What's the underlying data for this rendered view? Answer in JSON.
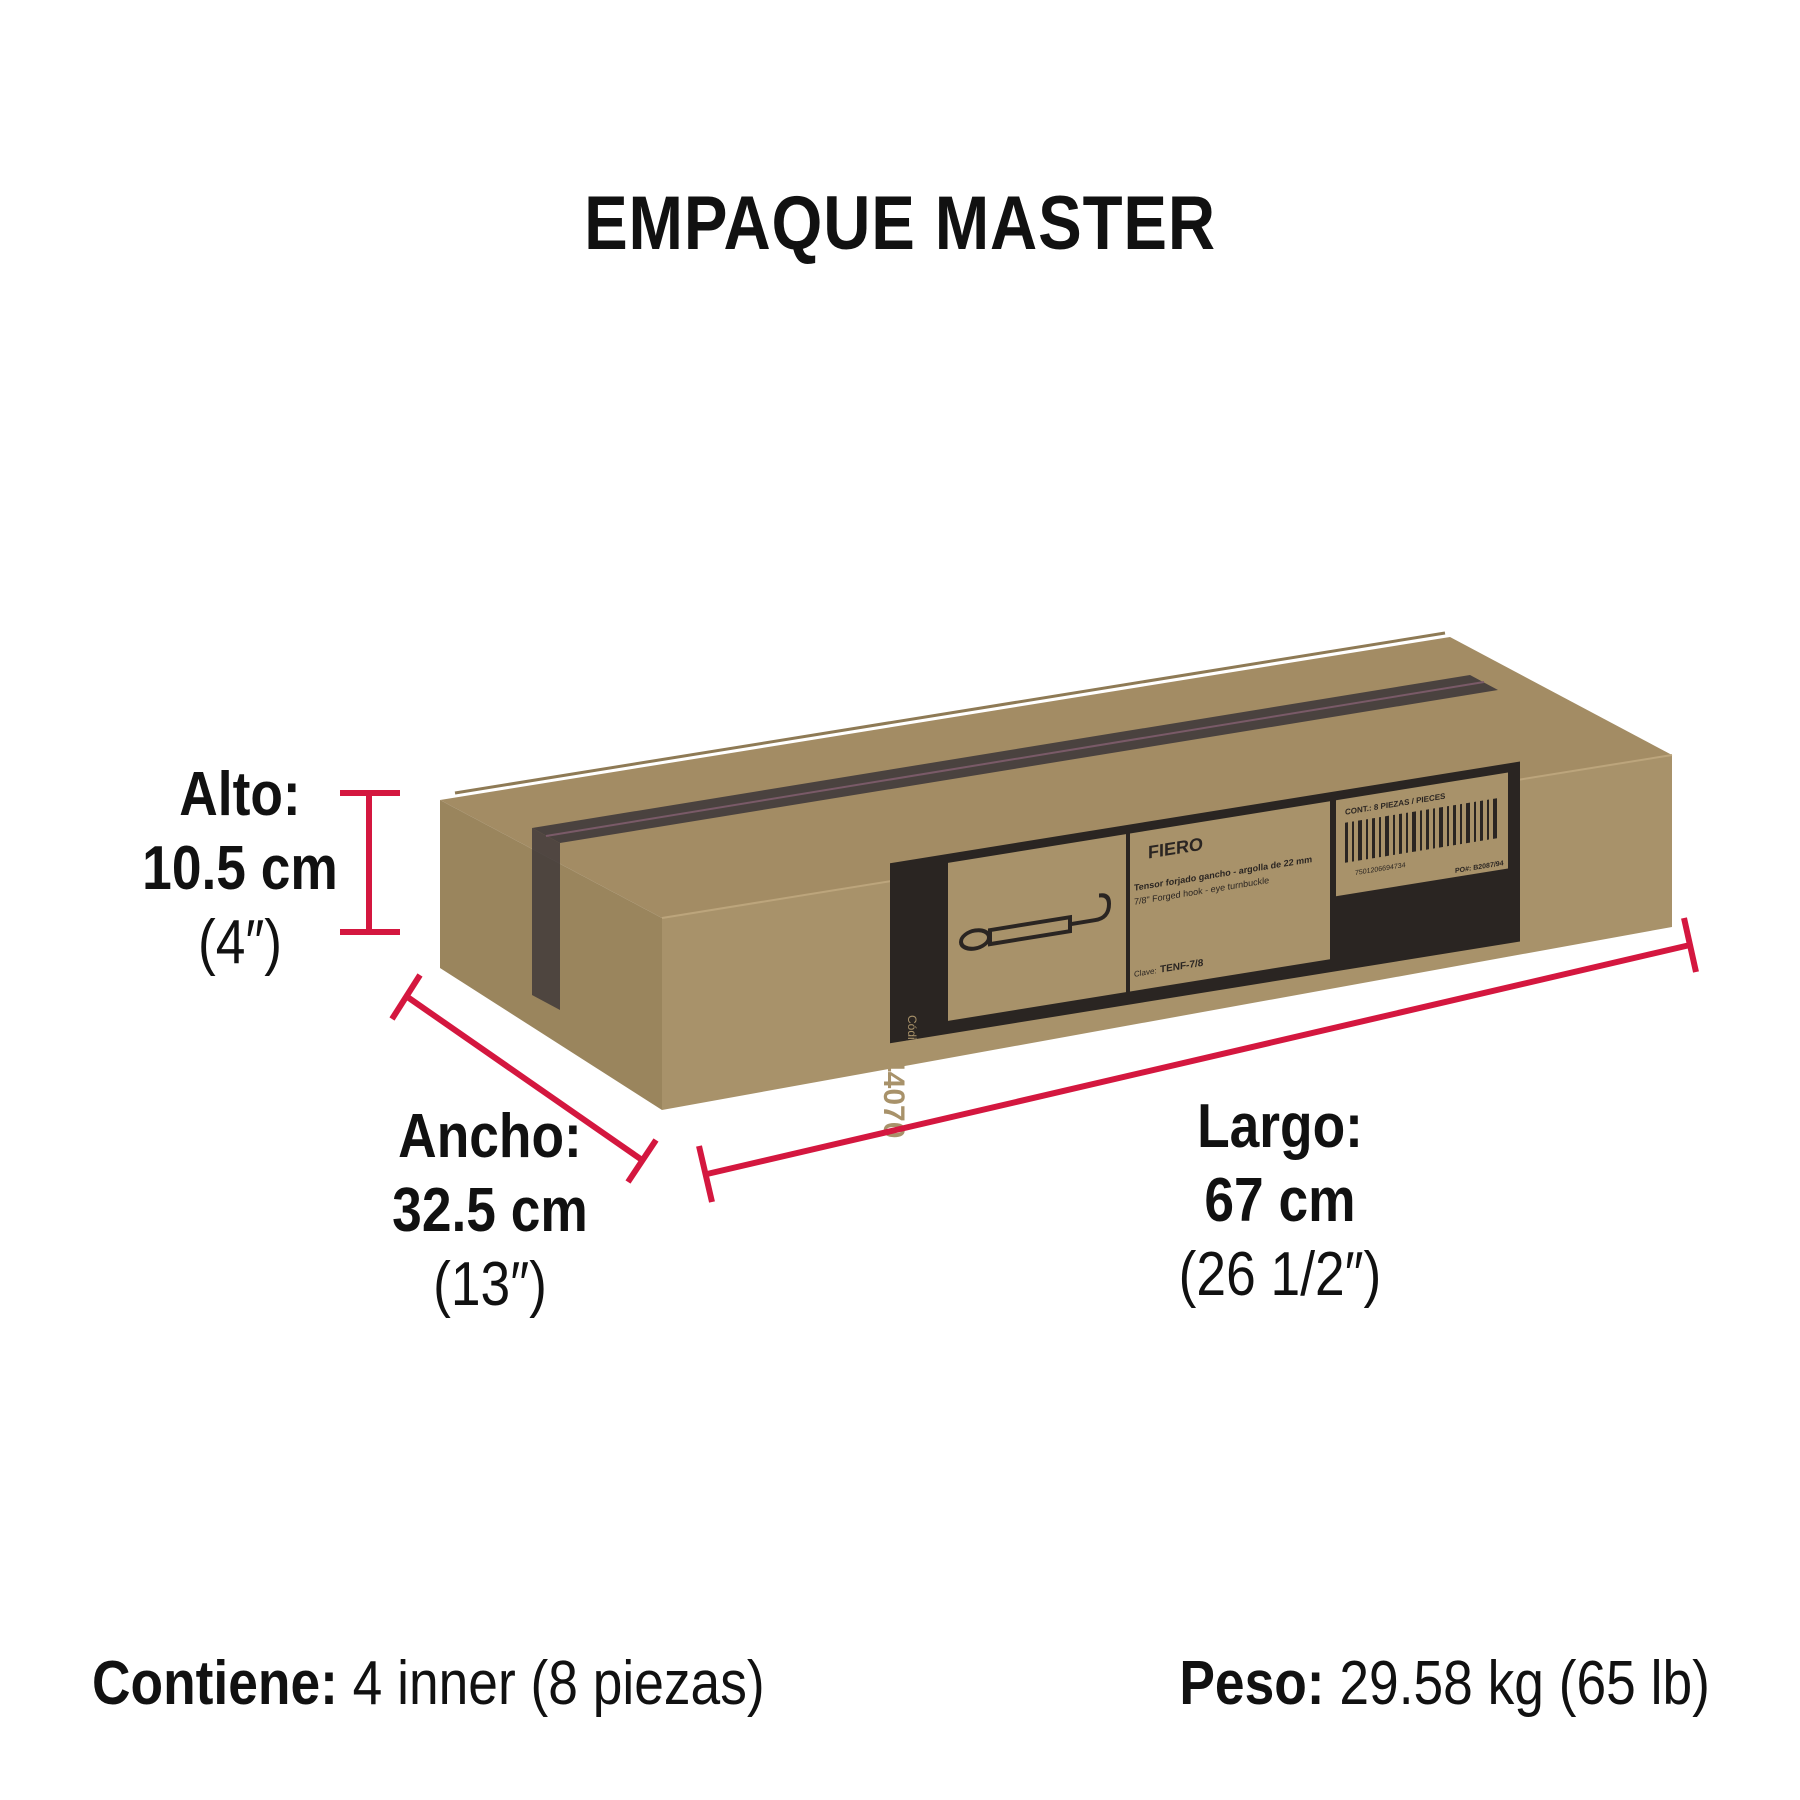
{
  "title": "EMPAQUE MASTER",
  "colors": {
    "dimension_line": "#d4173f",
    "box": "#a8926a",
    "label_band": "#2a2522"
  },
  "dimensions": {
    "alto": {
      "label": "Alto:",
      "metric": "10.5 cm",
      "imperial": "(4″)"
    },
    "ancho": {
      "label": "Ancho:",
      "metric": "32.5 cm",
      "imperial": "(13″)"
    },
    "largo": {
      "label": "Largo:",
      "metric": "67 cm",
      "imperial": "(26 1/2″)"
    }
  },
  "box_label": {
    "brand": "FIERO",
    "code_label": "Código",
    "code": "44070",
    "desc_es": "Tensor forjado gancho - argolla de 22 mm",
    "desc_en": "7/8\" Forged hook - eye turnbuckle",
    "clave_label": "Clave:",
    "clave": "TENF-7/8",
    "contents": "CONT.: 8 PIEZAS / PIECES",
    "barcode_number": "7501206694734",
    "po": "PO#: B2087/94"
  },
  "footer": {
    "contiene_label": "Contiene:",
    "contiene_value": "4 inner (8 piezas)",
    "peso_label": "Peso:",
    "peso_value": "29.58 kg (65 lb)"
  }
}
